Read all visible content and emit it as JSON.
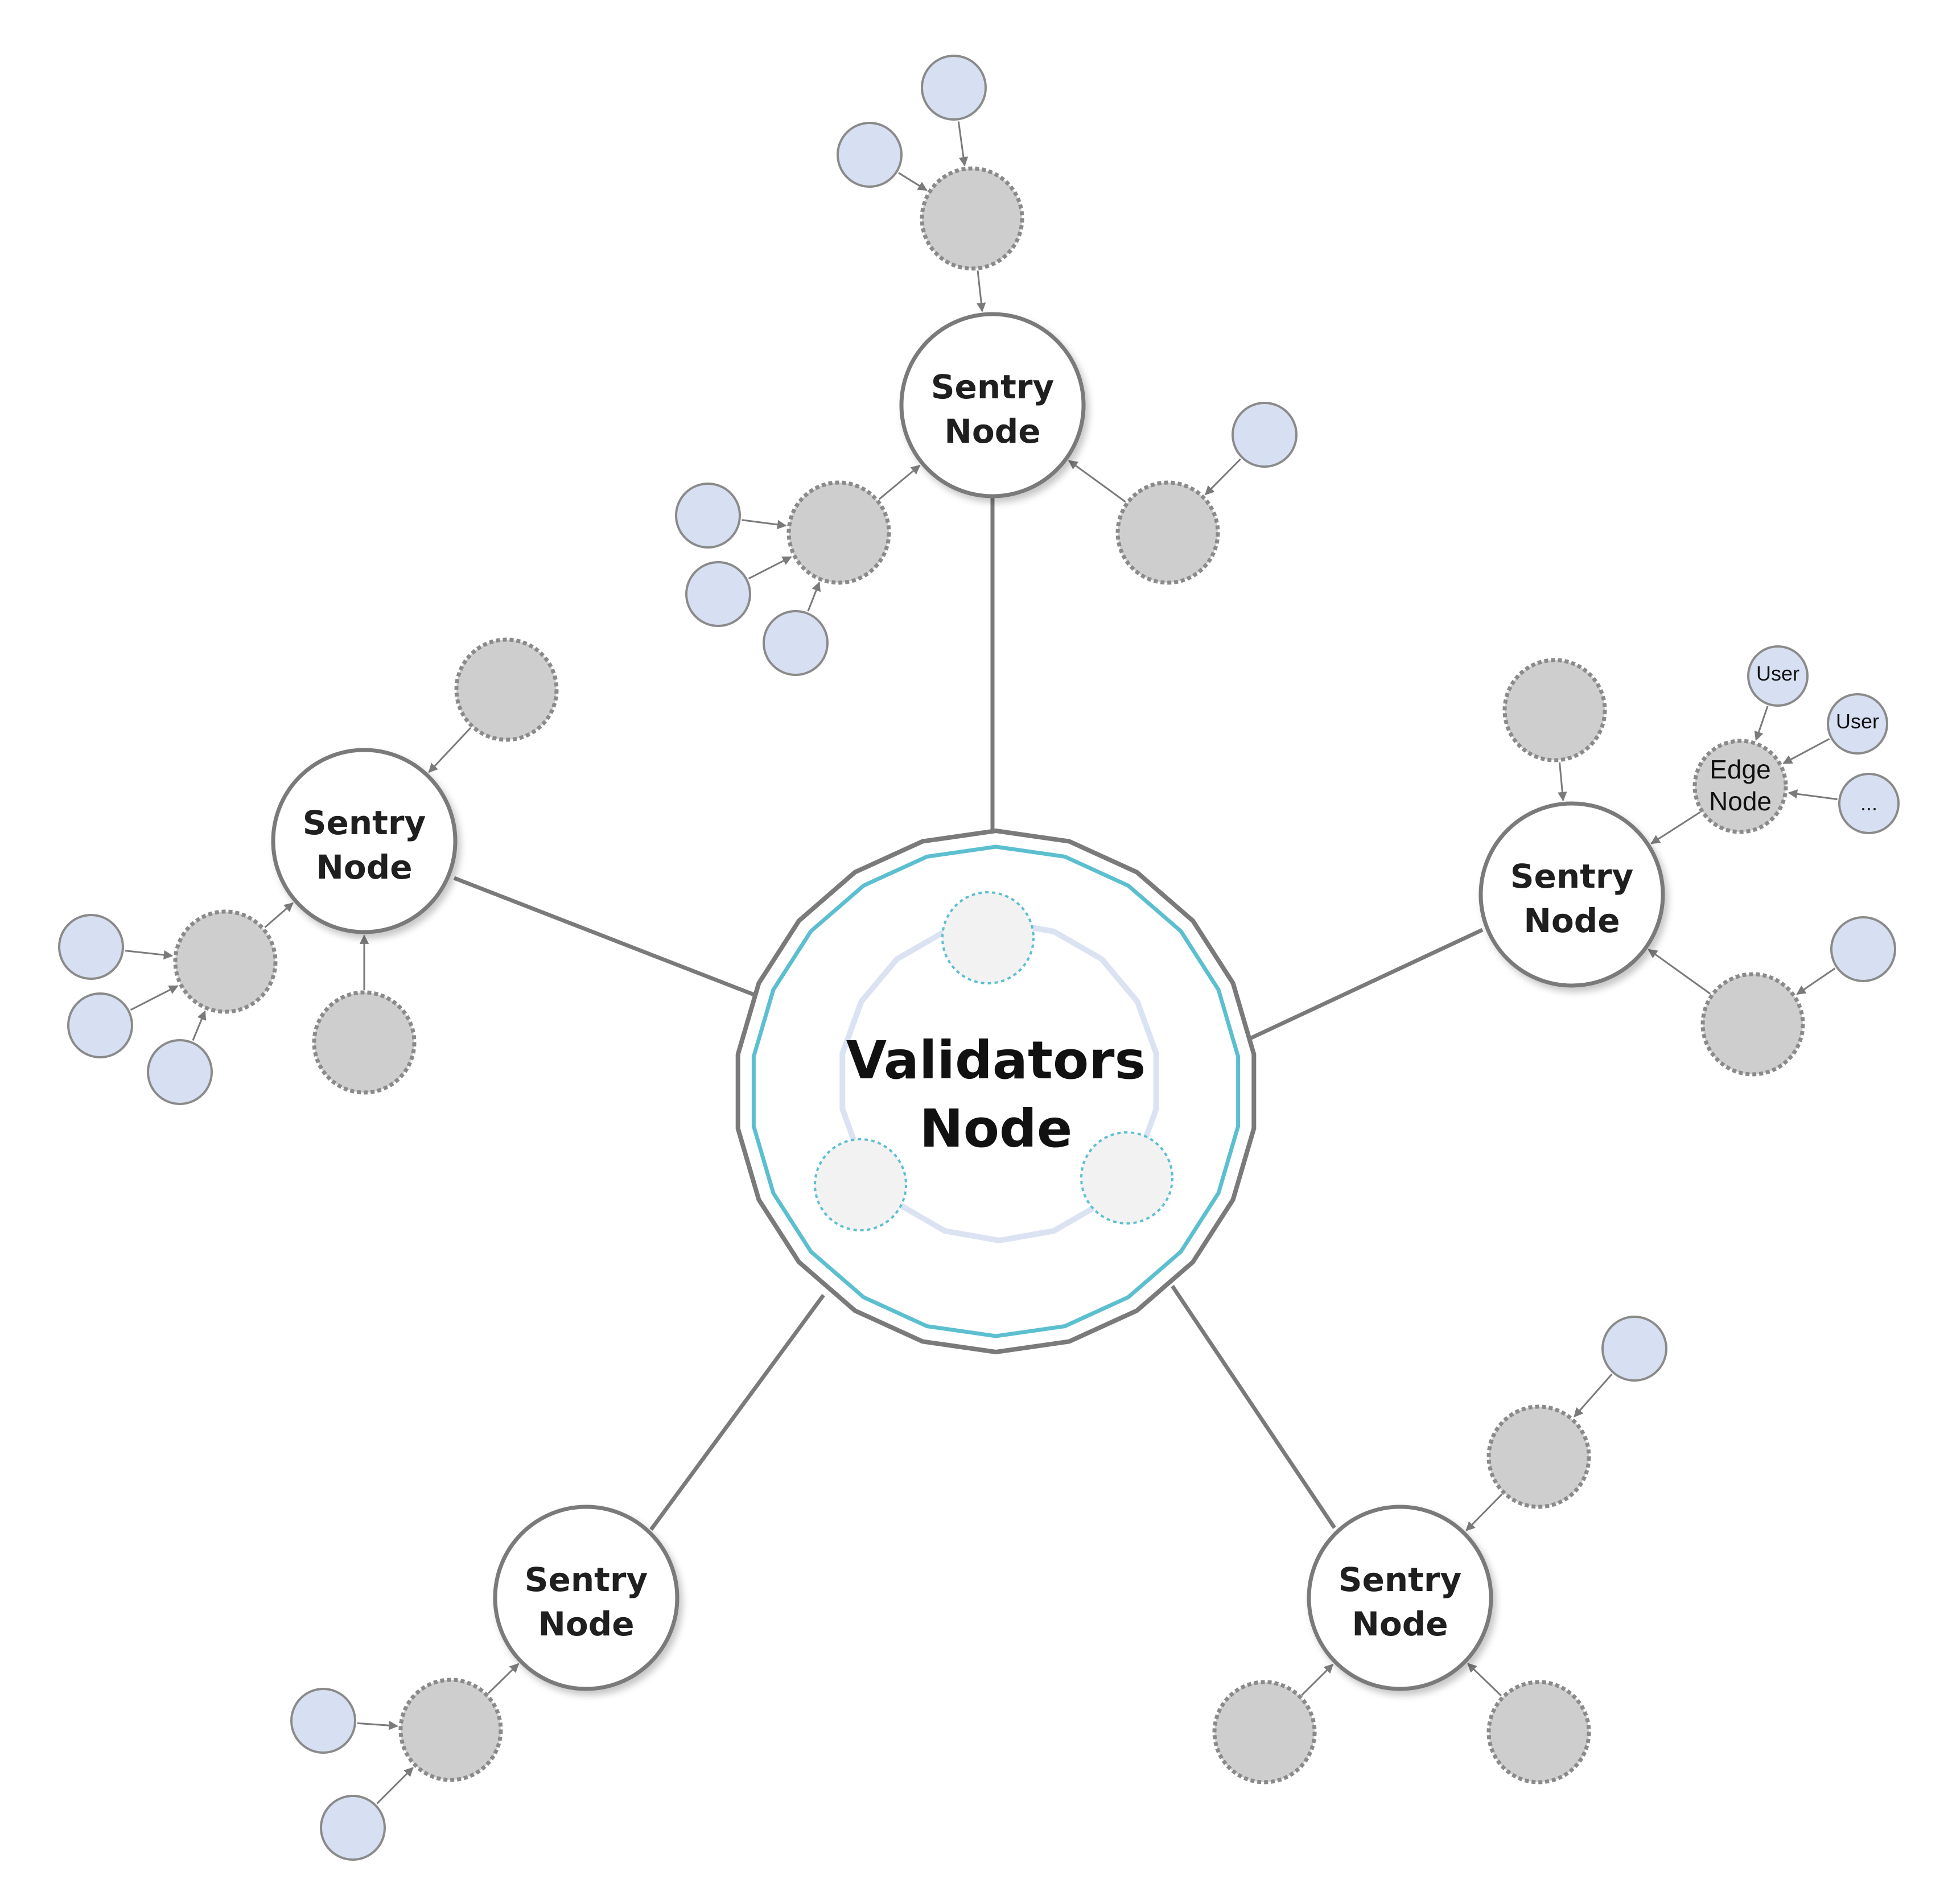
{
  "validator": {
    "label_line1": "Validators",
    "label_line2": "Node"
  },
  "sentry_label": {
    "line1": "Sentry",
    "line2": "Node"
  },
  "edge_label": {
    "line1": "Edge",
    "line2": "Node"
  },
  "user_labels": [
    "User",
    "User",
    "..."
  ],
  "colors": {
    "sentry_stroke": "#7a7a7a",
    "edge_fill": "#cfcece",
    "user_fill": "#d7e0f2",
    "validator_ring": "#5cbfd0",
    "inner_ring": "#dbe3f3",
    "link": "#7a7a7a"
  }
}
